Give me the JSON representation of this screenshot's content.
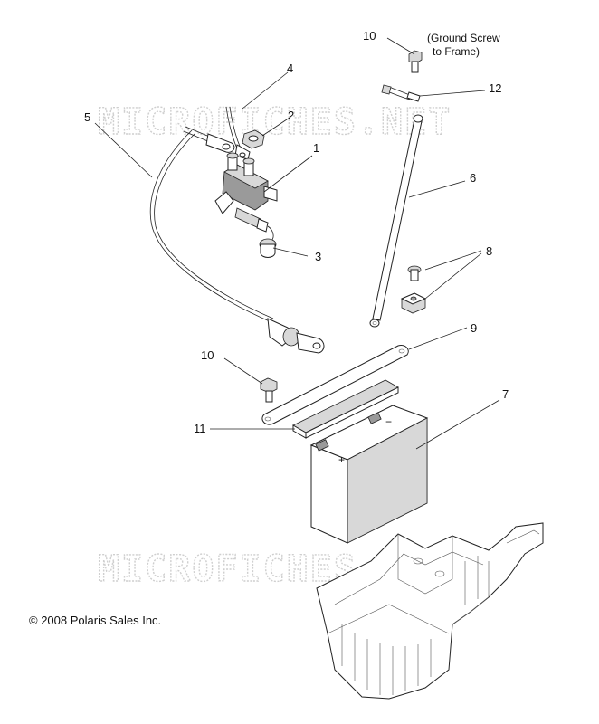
{
  "watermark": "MICROFICHES.NET",
  "callouts": {
    "c1": "1",
    "c2": "2",
    "c3": "3",
    "c4": "4",
    "c5": "5",
    "c6": "6",
    "c7": "7",
    "c8": "8",
    "c9": "9",
    "c10a": "10",
    "c10b": "10",
    "c11": "11",
    "c12": "12"
  },
  "note": {
    "line1": "(Ground Screw",
    "line2": "to Frame)"
  },
  "battery": {
    "minus": "−",
    "plus": "+"
  },
  "copyright": "© 2008 Polaris Sales Inc."
}
